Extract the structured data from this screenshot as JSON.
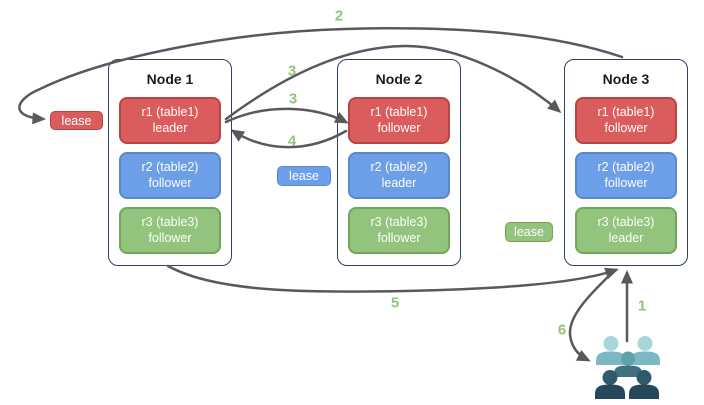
{
  "nodes": [
    {
      "title": "Node 1",
      "ranges": [
        {
          "label": "r1 (table1)",
          "role": "leader",
          "color_name": "red"
        },
        {
          "label": "r2 (table2)",
          "role": "follower",
          "color_name": "blue"
        },
        {
          "label": "r3 (table3)",
          "role": "follower",
          "color_name": "green"
        }
      ]
    },
    {
      "title": "Node 2",
      "ranges": [
        {
          "label": "r1 (table1)",
          "role": "follower",
          "color_name": "red"
        },
        {
          "label": "r2 (table2)",
          "role": "leader",
          "color_name": "blue"
        },
        {
          "label": "r3 (table3)",
          "role": "follower",
          "color_name": "green"
        }
      ]
    },
    {
      "title": "Node 3",
      "ranges": [
        {
          "label": "r1 (table1)",
          "role": "follower",
          "color_name": "red"
        },
        {
          "label": "r2 (table2)",
          "role": "follower",
          "color_name": "blue"
        },
        {
          "label": "r3 (table3)",
          "role": "leader",
          "color_name": "green"
        }
      ]
    }
  ],
  "leases": {
    "red": {
      "label": "lease"
    },
    "blue": {
      "label": "lease"
    },
    "green": {
      "label": "lease"
    }
  },
  "steps": {
    "s1": "1",
    "s2": "2",
    "s3a": "3",
    "s3b": "3",
    "s4": "4",
    "s5": "5",
    "s6": "6"
  },
  "icons": {
    "users_group": "users-group-icon"
  },
  "colors": {
    "range_red": "#db5c5c",
    "range_red_border": "#b94444",
    "range_blue": "#6d9ee8",
    "range_blue_border": "#5b88cc",
    "range_green": "#93c47d",
    "range_green_border": "#73a55a",
    "node_border": "#2d4166",
    "arrow_gray": "#59595b",
    "step_label_green": "#93c47d",
    "users_light_head": "#a6d7da",
    "users_light_body": "#7cb8c1",
    "users_mid_head": "#5fa0ab",
    "users_mid_body": "#41707f",
    "users_dark_head": "#2f5a6c",
    "users_dark_body": "#27485a"
  }
}
